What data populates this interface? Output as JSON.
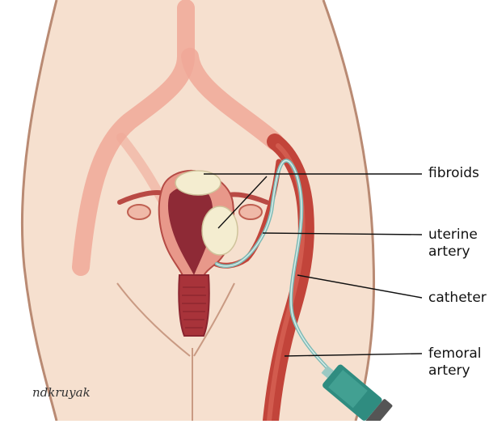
{
  "labels": {
    "fibroids": "fibroids",
    "uterine_artery": "uterine artery",
    "catheter": "catheter",
    "femoral_artery": "femoral artery"
  },
  "signature": "ndkruyak",
  "colors": {
    "skin": "#f6e0cf",
    "skin_outline": "#b98a73",
    "vessel_faint": "#f0a898",
    "artery": "#c2443a",
    "uterus": "#a8333a",
    "fibroid": "#f4edd0",
    "catheter": "#7fbab5",
    "syringe": "#2f8c80"
  }
}
